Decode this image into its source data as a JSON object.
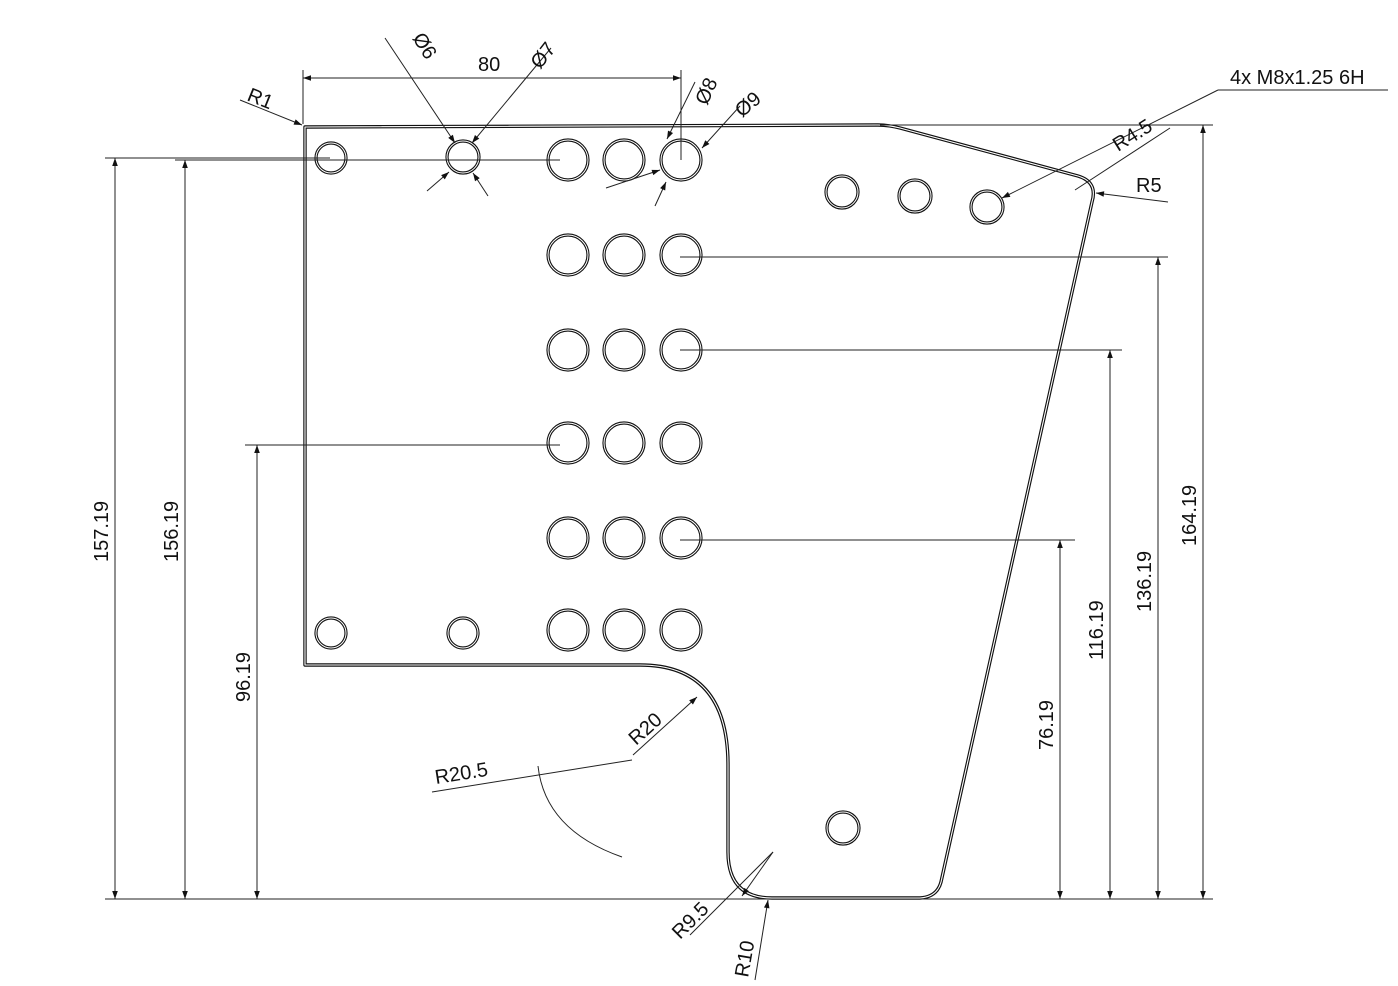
{
  "title": "Bracket plate drawing",
  "dimensions": {
    "width_top": "80",
    "dia_6": "Ø6",
    "dia_7": "Ø7",
    "dia_8": "Ø8",
    "dia_9": "Ø9",
    "r1": "R1",
    "thread_callout": "4x M8x1.25 6H",
    "r4_5": "R4.5",
    "r5": "R5",
    "h_157": "157.19",
    "h_156": "156.19",
    "h_96": "96.19",
    "h_76": "76.19",
    "h_116": "116.19",
    "h_136": "136.19",
    "h_164": "164.19",
    "r20": "R20",
    "r20_5": "R20.5",
    "r9_5": "R9.5",
    "r10": "R10"
  }
}
